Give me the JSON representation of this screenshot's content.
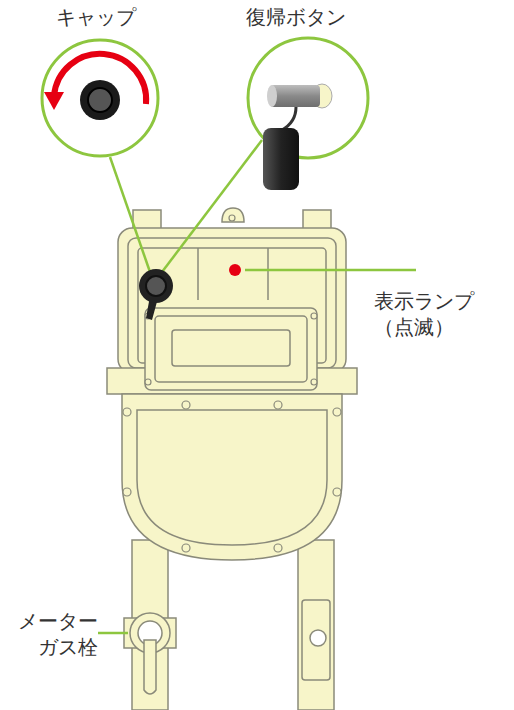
{
  "diagram": {
    "labels": [
      "キャップ",
      "復帰ボタン",
      "表示ランプ （点滅）",
      "メーター ガス栓"
    ]
  }
}
